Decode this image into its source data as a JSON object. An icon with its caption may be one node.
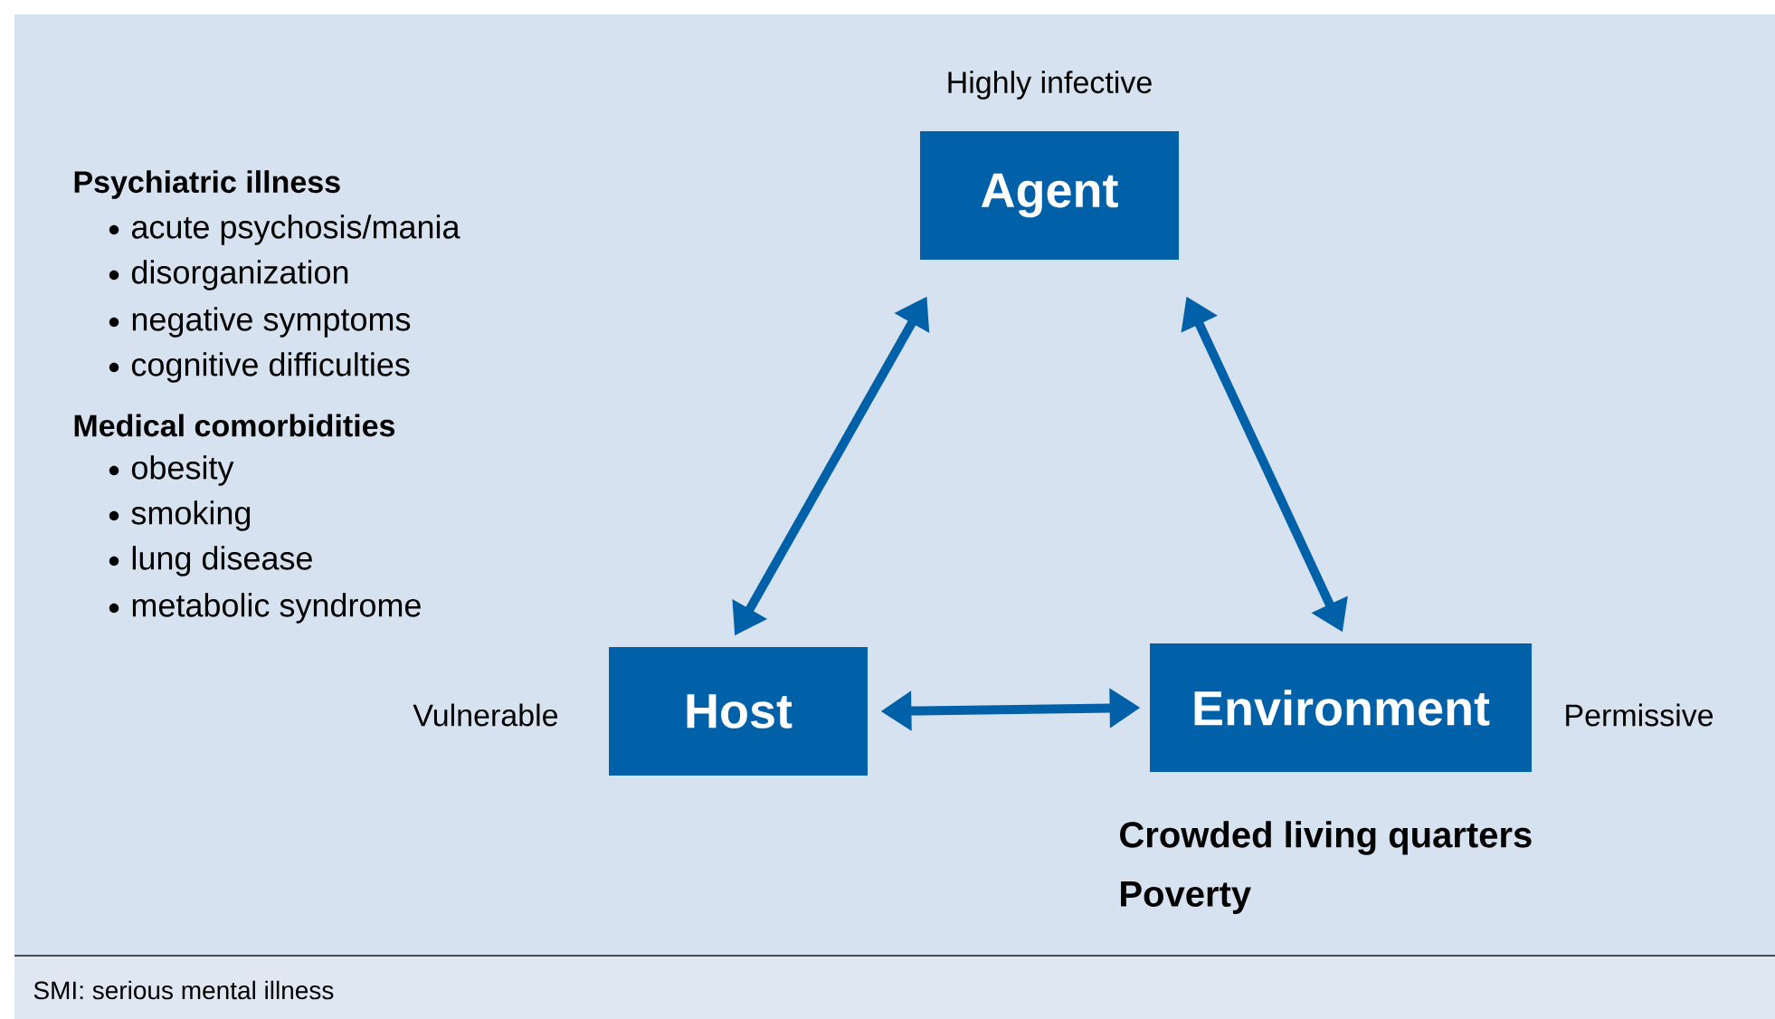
{
  "diagram": {
    "caption": "SMI: serious mental illness",
    "nodes": [
      {
        "text": [
          "Agent"
        ],
        "beside": [
          "Highly infective"
        ]
      },
      {
        "text": [
          "Host"
        ],
        "beside": [
          "Vulnerable"
        ]
      },
      {
        "text": [
          "Environment"
        ],
        "beside": [
          "Permissive"
        ]
      }
    ],
    "edges": [
      {
        "from": 1,
        "to": 0,
        "arrow": "both"
      },
      {
        "from": 0,
        "to": 2,
        "arrow": "both"
      },
      {
        "from": 1,
        "to": 2,
        "arrow": "both"
      }
    ],
    "labels": [
      "Psychiatric illness",
      "acute psychosis/mania",
      "disorganization",
      "negative symptoms",
      "cognitive difficulties",
      "Medical comorbidities",
      "obesity",
      "smoking",
      "lung disease",
      "metabolic syndrome",
      "Crowded living quarters",
      "Poverty"
    ]
  }
}
